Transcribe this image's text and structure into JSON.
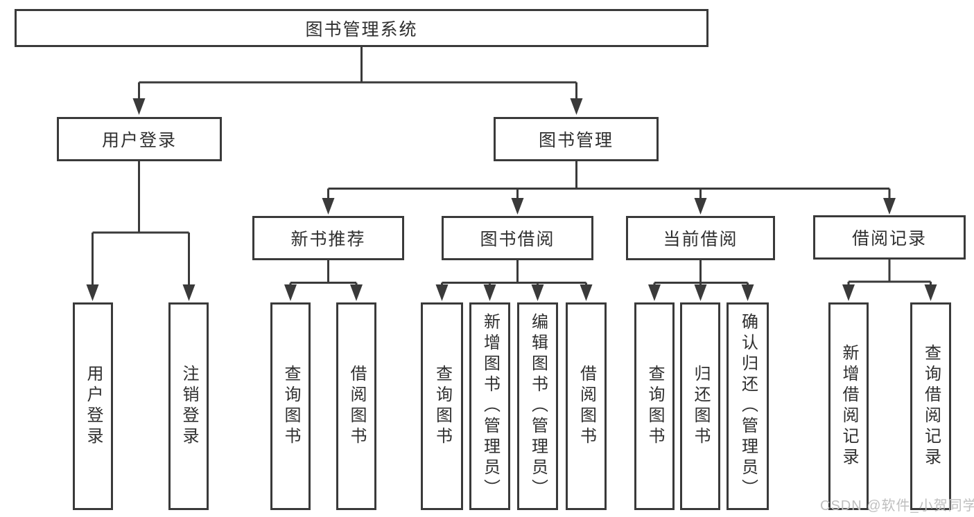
{
  "diagram": {
    "title_node": "图书管理系统",
    "nodes": {
      "root": "图书管理系统",
      "user_login": "用户登录",
      "book_mgmt": "图书管理",
      "new_book_rec": "新书推荐",
      "book_borrow": "图书借阅",
      "current_borrow": "当前借阅",
      "borrow_records": "借阅记录",
      "ul_user_login": "用户登录",
      "ul_logout": "注销登录",
      "nb_query_books": "查询图书",
      "nb_borrow_books": "借阅图书",
      "bb_query_books": "查询图书",
      "bb_add_books": "新增图书（管理员）",
      "bb_edit_books": "编辑图书（管理员）",
      "bb_borrow_books": "借阅图书",
      "cb_query_books": "查询图书",
      "cb_return_books": "归还图书",
      "cb_confirm_return": "确认归还（管理员）",
      "br_add_record": "新增借阅记录",
      "br_query_record": "查询借阅记录"
    },
    "colors": {
      "line": "#3a3a3a",
      "text": "#2f2f2f",
      "node_background": "#ffffff",
      "watermark": "#bfbfbf",
      "background": "#ffffff"
    }
  },
  "watermark": "CSDN @软件_小贺同学"
}
